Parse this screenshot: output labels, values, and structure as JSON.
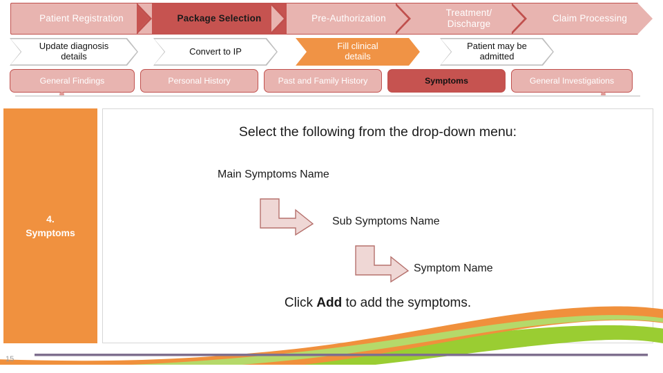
{
  "slide": {
    "page_number": "15",
    "headline": "Select the following from the drop-down menu:",
    "footnote_prefix": "Click ",
    "footnote_bold": "Add",
    "footnote_suffix": " to add the symptoms."
  },
  "colors": {
    "process_light": "#e8b4b0",
    "process_active": "#c65350",
    "process_border": "#c0504d",
    "orange": "#f0913f",
    "orange_chevron": "#f09345",
    "wave_orange": "#f0903c",
    "wave_green": "#9acd32",
    "rule_purple": "#7e6f8e",
    "panel_border": "#d6d6d6",
    "arrow_fill": "#efd7d5",
    "arrow_stroke": "#b5706c"
  },
  "process_bar": {
    "steps": [
      {
        "label": "Patient Registration",
        "active": false
      },
      {
        "label": "Package Selection",
        "active": true
      },
      {
        "label": "Pre-Authorization",
        "active": false
      },
      {
        "label": "Treatment/\nDischarge",
        "active": false
      },
      {
        "label": "Claim Processing",
        "active": false
      }
    ]
  },
  "action_row": {
    "items": [
      {
        "label": "Update diagnosis\ndetails",
        "style": "outline"
      },
      {
        "label": "Convert to IP",
        "style": "outline"
      },
      {
        "label": "Fill clinical\ndetails",
        "style": "orange"
      },
      {
        "label": "Patient may be\nadmitted",
        "style": "outline"
      }
    ]
  },
  "tab_row": {
    "tabs": [
      {
        "label": "General Findings",
        "active": false
      },
      {
        "label": "Personal History",
        "active": false
      },
      {
        "label": "Past and Family History",
        "active": false
      },
      {
        "label": "Symptoms",
        "active": true
      },
      {
        "label": "General Investigations",
        "active": false
      }
    ]
  },
  "sidebar": {
    "number": "4.",
    "title": "Symptoms"
  },
  "content": {
    "main_symptoms_label": "Main Symptoms Name",
    "sub_symptoms_label": "Sub Symptoms Name",
    "symptom_label": "Symptom Name",
    "arrows": [
      {
        "name": "elbow-arrow-main-to-sub"
      },
      {
        "name": "elbow-arrow-sub-to-symptom"
      }
    ]
  }
}
